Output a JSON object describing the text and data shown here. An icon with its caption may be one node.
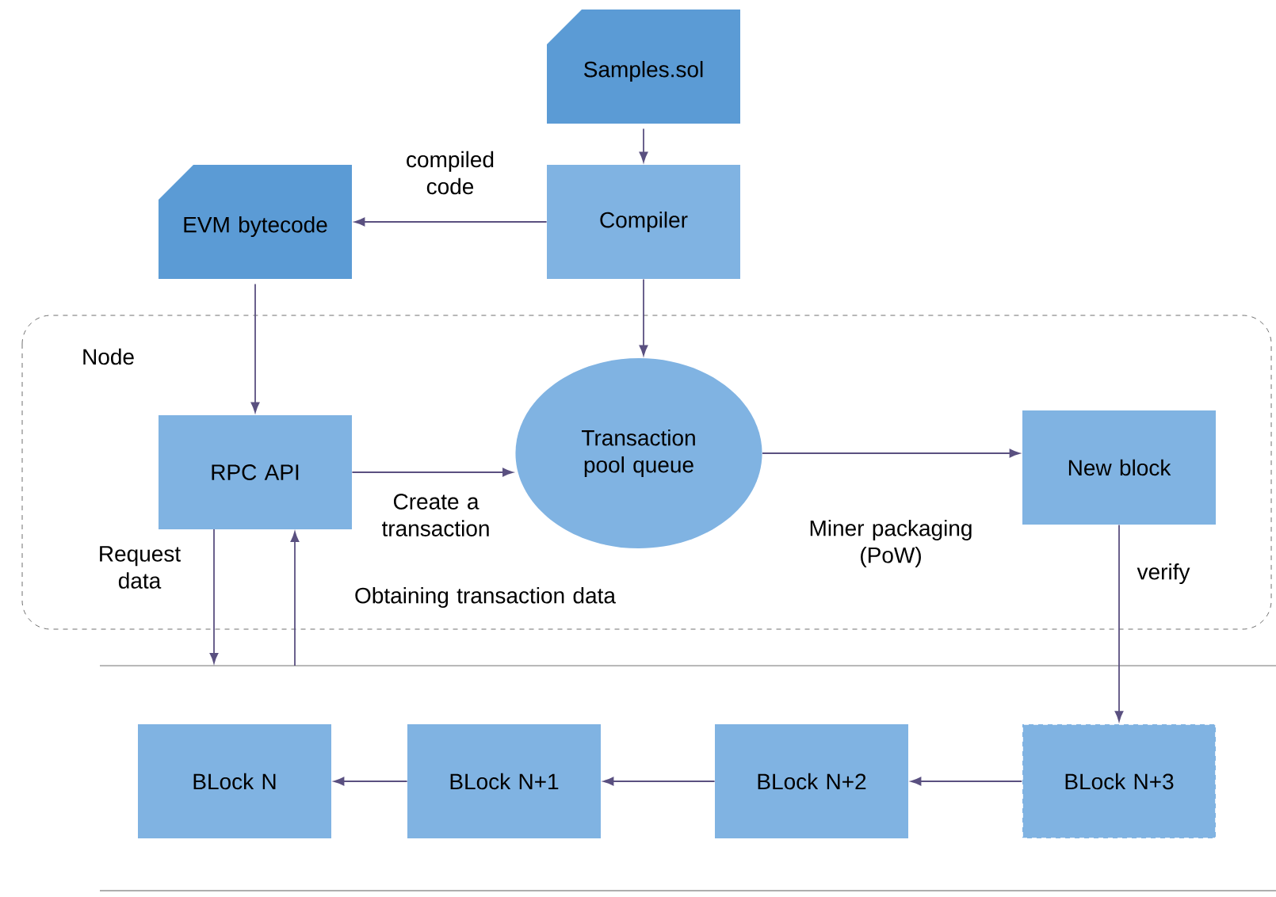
{
  "diagram": {
    "nodes": [
      {
        "text": [
          "Samples.sol"
        ]
      },
      {
        "text": [
          "Compiler"
        ]
      },
      {
        "text": [
          "EVM bytecode"
        ]
      },
      {
        "text": [
          "Node"
        ]
      },
      {
        "text": [
          "RPC API"
        ],
        "in": 3
      },
      {
        "text": [
          "Transaction pool queue"
        ],
        "in": 3
      },
      {
        "text": [
          "New block"
        ],
        "in": 3
      },
      {
        "text": [],
        "shape": "bar"
      },
      {
        "text": [
          "BLock N"
        ],
        "in": 7
      },
      {
        "text": [
          "BLock N+1"
        ],
        "in": 7
      },
      {
        "text": [
          "BLock N+2"
        ],
        "in": 7
      },
      {
        "text": [
          "BLock N+3"
        ],
        "in": 7
      }
    ],
    "edges": [
      {
        "from": 0,
        "to": 1,
        "arrow": "to"
      },
      {
        "from": 1,
        "to": 2,
        "arrow": "to",
        "label": "compiled code"
      },
      {
        "from": 1,
        "to": 5,
        "arrow": "to"
      },
      {
        "from": 2,
        "to": 4,
        "arrow": "to"
      },
      {
        "from": 4,
        "to": 5,
        "arrow": "to",
        "label": "Create a transaction"
      },
      {
        "from": 5,
        "to": 6,
        "arrow": "to",
        "label": "Miner packaging (PoW)"
      },
      {
        "from": 6,
        "to": 11,
        "arrow": "to",
        "label": "verify"
      },
      {
        "from": 4,
        "to": 7,
        "arrow": "to",
        "label": "Request data"
      },
      {
        "from": 7,
        "to": 4,
        "arrow": "to",
        "label": "Obtaining transaction data"
      },
      {
        "from": 11,
        "to": 10,
        "arrow": "to"
      },
      {
        "from": 10,
        "to": 9,
        "arrow": "to"
      },
      {
        "from": 9,
        "to": 8,
        "arrow": "to"
      }
    ]
  }
}
